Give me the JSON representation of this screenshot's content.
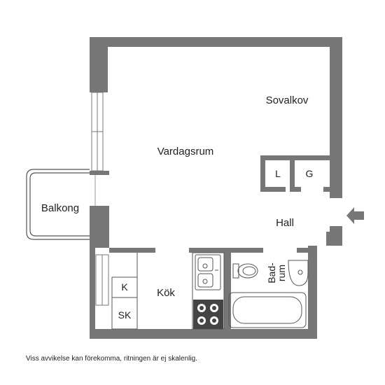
{
  "rooms": {
    "sovalkov": "Sovalkov",
    "vardagsrum": "Vardagsrum",
    "balkong": "Balkong",
    "hall": "Hall",
    "kok": "Kök",
    "badrum_line1": "Bad-",
    "badrum_line2": "rum"
  },
  "closets": {
    "l": "L",
    "g": "G",
    "k": "K",
    "sk": "SK"
  },
  "footnote": "Viss avvikelse kan förekomma, ritningen är ej skalenlig.",
  "colors": {
    "wall": "#777777",
    "line": "#555555",
    "arrow": "#777777"
  },
  "icons": [
    "entrance-arrow-icon",
    "sink-icon",
    "stove-icon",
    "toilet-icon",
    "washbasin-icon",
    "bathtub-icon"
  ]
}
